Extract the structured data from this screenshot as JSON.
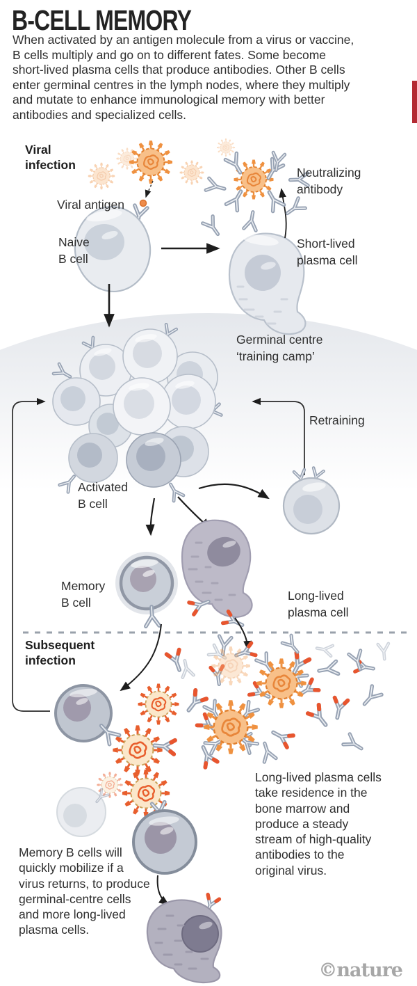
{
  "title": "B-CELL MEMORY",
  "intro": "When activated by an antigen molecule from a virus or vaccine,\nB cells multiply and go on to different fates. Some become\nshort-lived plasma cells that produce antibodies. Other B cells\nenter germinal centres in the lymph nodes, where they multiply\nand mutate to enhance immunological memory with better\nantibodies and specialized cells.",
  "labels": {
    "viral_infection": "Viral\ninfection",
    "viral_antigen": "Viral antigen",
    "naive_b_cell": "Naive\nB cell",
    "neutralizing_antibody": "Neutralizing\nantibody",
    "short_lived_plasma_cell": "Short-lived\nplasma cell",
    "germinal_centre": "Germinal centre\n‘training camp’",
    "retraining": "Retraining",
    "activated_b_cell": "Activated\nB cell",
    "memory_b_cell": "Memory\nB cell",
    "long_lived_plasma_cell": "Long-lived\nplasma cell",
    "subsequent_infection": "Subsequent\ninfection"
  },
  "captions": {
    "memory_b_cells": "Memory B cells will\nquickly mobilize if a\nvirus returns, to produce\ngerminal-centre cells\nand more long-lived\nplasma cells.",
    "long_lived_plasma_cells": "Long-lived plasma cells\ntake residence in the\nbone marrow and\nproduce a steady\nstream of high-quality\nantibodies to the\noriginal virus."
  },
  "credit": "©nature",
  "colors": {
    "accent_red": "#b42b33",
    "virus_orange": "#ef9140",
    "virus_red": "#e85e2d",
    "cell_gray": "#ccd2db",
    "plasma_purple": "#b5b2c1",
    "antibody_gray": "#97a2b3",
    "antibody_tip_red": "#e8552e",
    "text": "#2e2e2e"
  }
}
